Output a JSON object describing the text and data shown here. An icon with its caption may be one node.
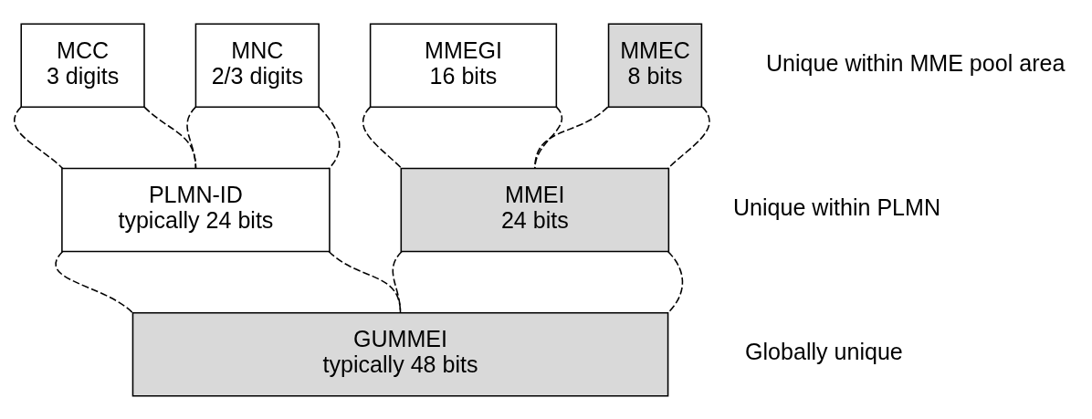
{
  "diagram": {
    "nodes": [
      {
        "text": [
          "MCC",
          "3 digits"
        ]
      },
      {
        "text": [
          "MNC",
          "2/3 digits"
        ]
      },
      {
        "text": [
          "MMEGI",
          "16 bits"
        ]
      },
      {
        "text": [
          "MMEC",
          "8 bits"
        ]
      },
      {
        "text": [
          "PLMN-ID",
          "typically 24 bits"
        ]
      },
      {
        "text": [
          "MMEI",
          "24 bits"
        ]
      },
      {
        "text": [
          "GUMMEI",
          "typically 48 bits"
        ]
      }
    ],
    "edges": [
      {
        "from": 0,
        "to": 4,
        "arrow": "none",
        "style": "dashed"
      },
      {
        "from": 0,
        "to": 4,
        "arrow": "none",
        "style": "dashed"
      },
      {
        "from": 1,
        "to": 4,
        "arrow": "none",
        "style": "dashed"
      },
      {
        "from": 1,
        "to": 4,
        "arrow": "none",
        "style": "dashed"
      },
      {
        "from": 2,
        "to": 5,
        "arrow": "none",
        "style": "dashed"
      },
      {
        "from": 2,
        "to": 5,
        "arrow": "none",
        "style": "dashed"
      },
      {
        "from": 3,
        "to": 5,
        "arrow": "none",
        "style": "dashed"
      },
      {
        "from": 3,
        "to": 5,
        "arrow": "none",
        "style": "dashed"
      },
      {
        "from": 4,
        "to": 6,
        "arrow": "none",
        "style": "dashed"
      },
      {
        "from": 4,
        "to": 6,
        "arrow": "none",
        "style": "dashed"
      },
      {
        "from": 5,
        "to": 6,
        "arrow": "none",
        "style": "dashed"
      },
      {
        "from": 5,
        "to": 6,
        "arrow": "none",
        "style": "dashed"
      }
    ],
    "labels": [
      "Unique within MME pool area",
      "Unique within PLMN",
      "Globally unique"
    ]
  }
}
